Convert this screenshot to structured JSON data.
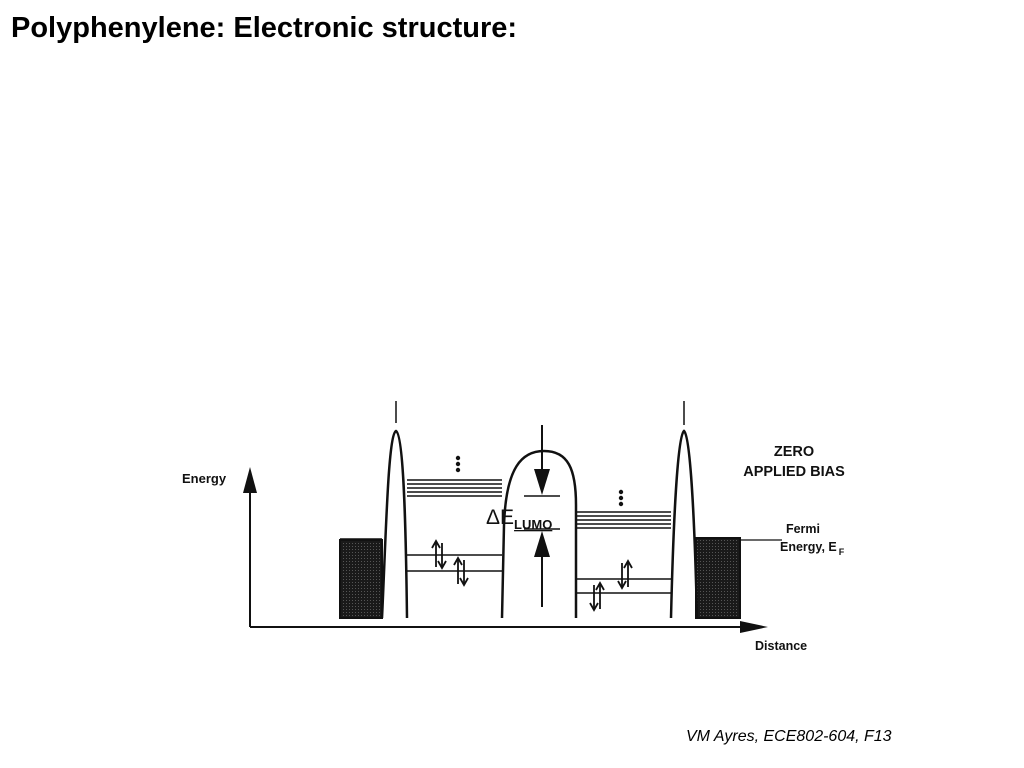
{
  "slide": {
    "title": "Polyphenylene: Electronic structure:",
    "footer": "VM Ayres, ECE802-604, F13"
  },
  "diagram": {
    "energy_label": "Energy",
    "distance_label": "Distance",
    "bias_line1": "ZERO",
    "bias_line2": "APPLIED BIAS",
    "fermi_line1": "Fermi",
    "fermi_line2": "Energy, E",
    "fermi_sub": "F",
    "delta_symbol": "ΔE",
    "delta_sub": "LUMO"
  },
  "colors": {
    "ink": "#111111",
    "background": "#ffffff"
  }
}
